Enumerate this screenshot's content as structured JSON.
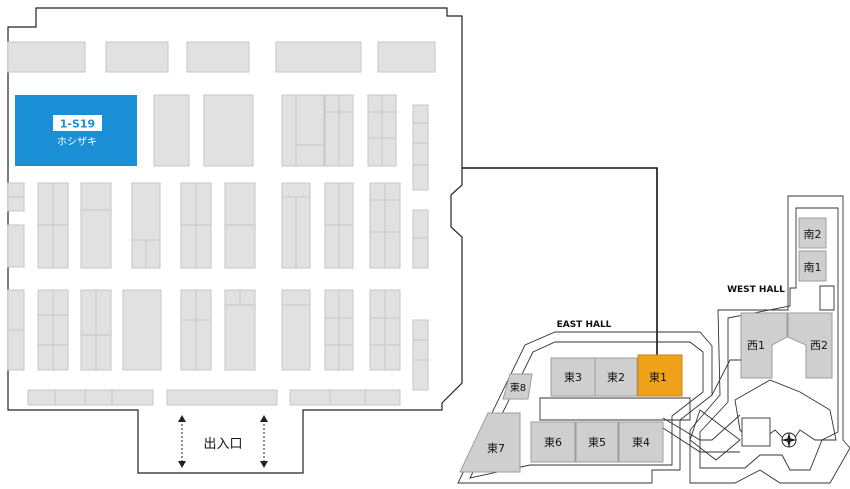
{
  "highlight": {
    "booth_code": "1-S19",
    "exhibitor": "ホシザキ",
    "color": "#1a8fd6",
    "hall_highlight_color": "#f0a21a"
  },
  "entrance_label": "出入口",
  "overview": {
    "east_hall_label": "EAST HALL",
    "west_hall_label": "WEST HALL",
    "east_halls": [
      "東1",
      "東2",
      "東3",
      "東4",
      "東5",
      "東6",
      "東7",
      "東8"
    ],
    "west_halls": [
      "西1",
      "西2"
    ],
    "south_halls": [
      "南1",
      "南2"
    ],
    "current_hall": "東1"
  },
  "icons": {
    "entrance_arrows": "double-arrow-vertical-icon",
    "compass": "compass-icon"
  }
}
